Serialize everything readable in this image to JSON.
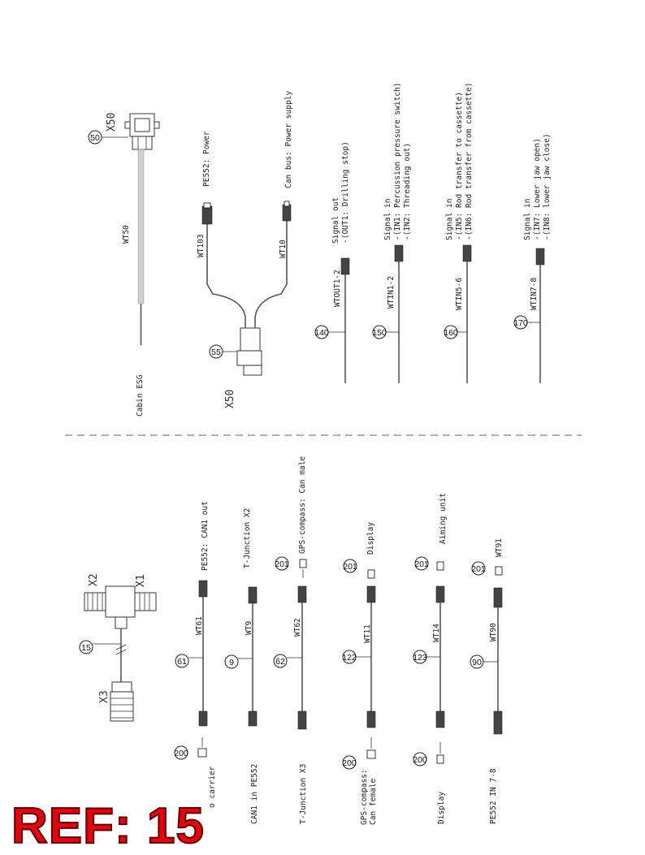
{
  "ref_label": "REF: 15",
  "top_section": {
    "x50_top": {
      "code": "X50",
      "part": "50"
    },
    "wt50": {
      "code": "WT50",
      "label": "Cabin ESG"
    },
    "junction": {
      "part": "55",
      "code": "X50"
    },
    "wt103": {
      "code": "WT103",
      "label": "PE552: Power"
    },
    "wt10": {
      "code": "WT10",
      "label": "Can bus: Power supply"
    },
    "signal_cables": [
      {
        "part": "140",
        "code": "WTOUT1-2",
        "lines": [
          "Signal out",
          "-(OUT1: Drilling stop)"
        ]
      },
      {
        "part": "150",
        "code": "WTIN1-2",
        "lines": [
          "Signal in",
          "-(IN1: Percussion pressure switch)",
          "-(IN2: Threading out)"
        ]
      },
      {
        "part": "160",
        "code": "WTIN5-6",
        "lines": [
          "Signal in",
          "-(IN5: Rod transfer to cassette)",
          "-(IN6: Rod transfer from cassette)"
        ]
      },
      {
        "part": "170",
        "code": "WTIN7-8",
        "lines": [
          "Signal in",
          "-(IN7: Lower jaw open)",
          "-(IN8: lower jaw close)"
        ]
      }
    ]
  },
  "bottom_section": {
    "tjunction": {
      "part": "15",
      "labels": [
        "X2",
        "X1",
        "X3"
      ]
    },
    "cables": [
      {
        "part": "61",
        "code": "WT61",
        "end_label": "PE552: CAN1 out",
        "start_label": "o carrier",
        "start_part": "200"
      },
      {
        "part": "9",
        "code": "WT9",
        "end_label": "T-Junction X2",
        "start_label": "CAN1 in PE552"
      },
      {
        "part": "62",
        "code": "WT62",
        "end_label": "GPS-compass: Can male",
        "end_part": "201",
        "start_label": "T-Junction X3"
      },
      {
        "part": "122",
        "code": "WT11",
        "end_label": "Display",
        "end_part": "201",
        "start_label": "GPS-compass:",
        "start_label2": "Can female",
        "start_part": "200"
      },
      {
        "part": "123",
        "code": "WT14",
        "end_label": "Aiming unit",
        "end_part": "201",
        "start_label": "Display",
        "start_part": "200"
      },
      {
        "part": "90",
        "code": "WT90",
        "end_code": "WT91",
        "end_part": "201",
        "start_label": "PE552 IN 7-8"
      }
    ]
  }
}
